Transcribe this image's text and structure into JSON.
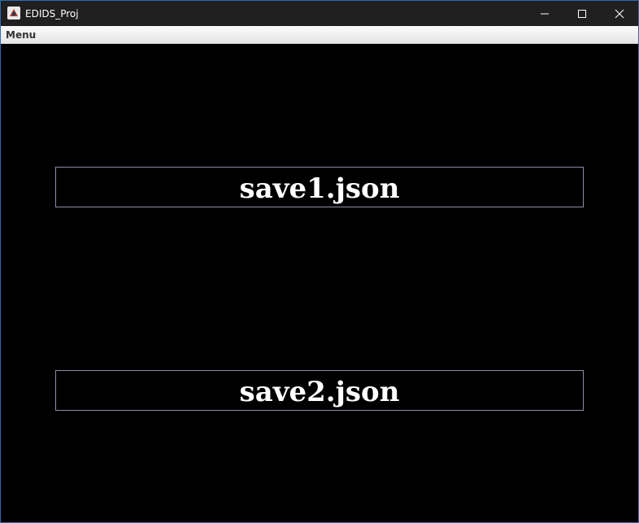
{
  "window": {
    "title": "EDIDS_Proj",
    "app_icon": "java-app-icon",
    "controls": [
      "minimize-icon",
      "maximize-icon",
      "close-icon"
    ]
  },
  "menubar": {
    "items": [
      {
        "label": "Menu"
      }
    ]
  },
  "saves": [
    {
      "label": "save1.json"
    },
    {
      "label": "save2.json"
    }
  ],
  "colors": {
    "titlebar_bg": "#202020",
    "content_bg": "#000000",
    "slot_border": "#8a8fa3",
    "slot_text": "#ffffff"
  }
}
